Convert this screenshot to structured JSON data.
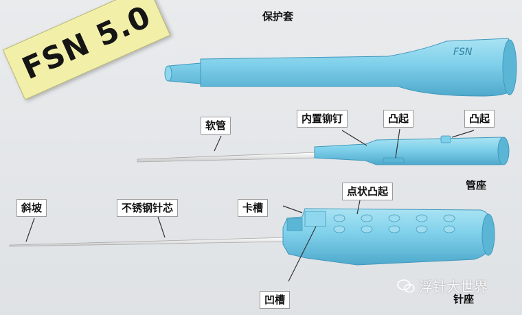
{
  "badge_text": "FSN 5.0",
  "labels": {
    "sheath": "保护套",
    "soft_tube": "软管",
    "inner_rivet": "内置铆钉",
    "bump_1": "凸起",
    "bump_2": "凸起",
    "hub": "管座",
    "dot_bumps": "点状凸起",
    "bevel": "斜坡",
    "steel_core": "不锈钢针芯",
    "slot": "卡槽",
    "groove": "凹槽",
    "needle_hub": "针座"
  },
  "sheath_emboss": "FSN",
  "watermark_text": "浮针大世界",
  "colors": {
    "part_fill": "#7fd0ea",
    "part_shade": "#5bb6d6",
    "part_dark": "#3f98bd",
    "needle": "#f4f4f4",
    "badge_bg": "#f2f0a8"
  }
}
